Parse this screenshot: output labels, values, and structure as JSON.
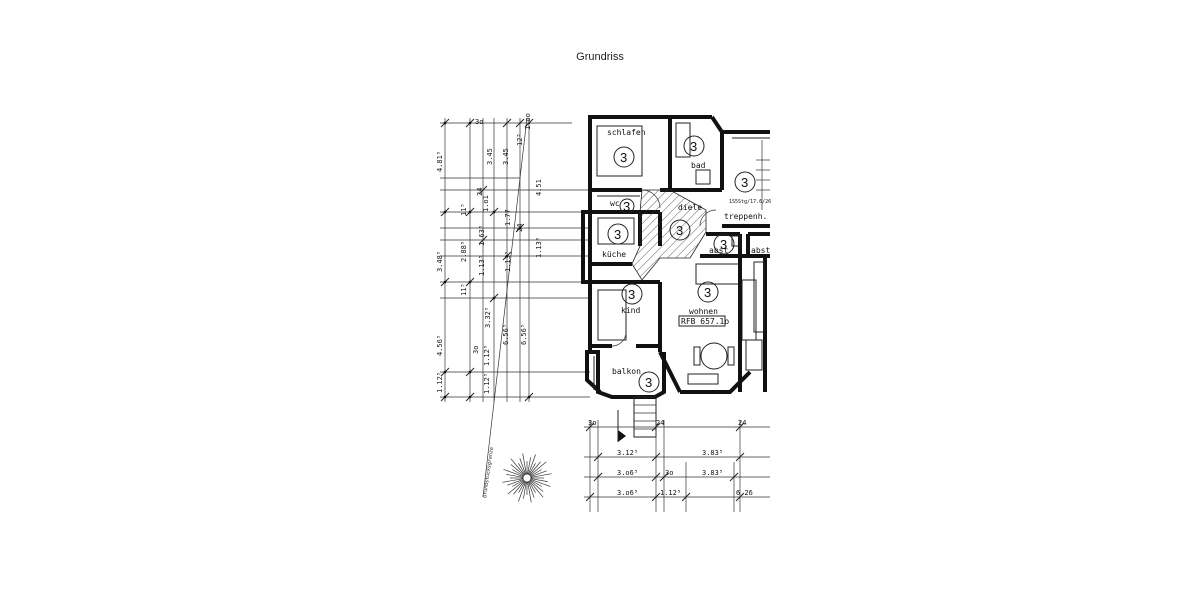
{
  "title": "Grundriss",
  "rooms": {
    "schlafen": "schlafen",
    "bad": "bad",
    "wc": "wc",
    "diele": "diele",
    "treppenh": "treppenh.",
    "kueche": "küche",
    "abst1": "abst",
    "abst2": "abst",
    "kind": "kind",
    "wohnen": "wohnen",
    "balkon": "balkon"
  },
  "rfb_label": "RFB 657.1o",
  "stair_note": "1S5Stg/17.6/26",
  "marker_number": "3",
  "left_dims": {
    "d_481": "4.81⁵",
    "d_345a": "3.45",
    "d_345b": "3.45",
    "d_451": "4.51",
    "d_100": "1.oo",
    "d_125": "12⁵",
    "d_3o": "3o",
    "d_24a": "24",
    "d_24b": "24",
    "d_115": "11⁵",
    "d_101": "1.o1",
    "d_177": "1.77",
    "d_348": "3.48⁵",
    "d_288": "2.88⁵",
    "d_163": "1.63⁵",
    "d_113a": "1.13⁵",
    "d_113b": "1.13⁵",
    "d_113c": "1.13⁵",
    "d_115b": "11⁵",
    "d_456": "4.56⁵",
    "d_332": "3.32⁵",
    "d_656a": "6.56⁵",
    "d_656b": "6.56⁵",
    "d_3o_b": "3o",
    "d_112a": "1.12⁵",
    "d_112b": "1.12⁵",
    "d_112c": "1.12⁵"
  },
  "bottom_dims": {
    "d_3o_a": "3o",
    "d_24a": "24",
    "d_24b": "24",
    "d_312": "3.12⁵",
    "d_383a": "3.83⁵",
    "d_306a": "3.o6⁵",
    "d_3o_b": "3o",
    "d_383b": "3.83⁵",
    "d_306b": "3.o6⁵",
    "d_112": "1.12⁵",
    "d_626": "6.26"
  },
  "site_label": "Grundstücksgrenze"
}
